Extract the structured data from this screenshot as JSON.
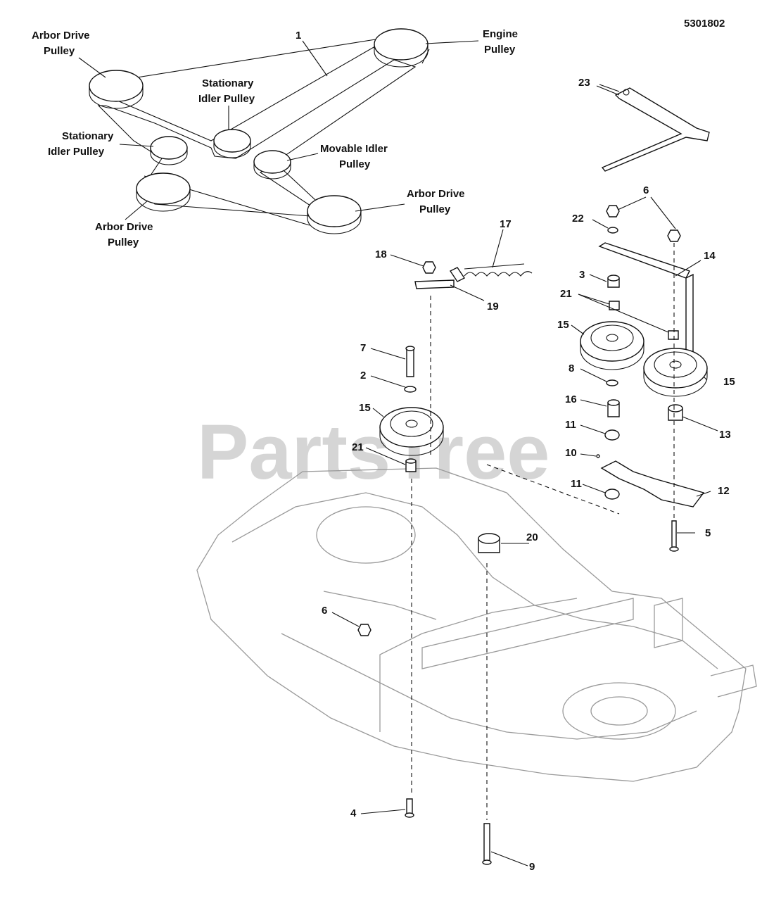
{
  "drawing_number": "5301802",
  "watermark": "PartsTree",
  "belt_diagram": {
    "labels": [
      {
        "id": "arbor-drive-pulley-top-left",
        "line1": "Arbor Drive",
        "line2": "Pulley"
      },
      {
        "id": "stationary-idler-pulley-center",
        "line1": "Stationary",
        "line2": "Idler Pulley"
      },
      {
        "id": "engine-pulley",
        "line1": "Engine",
        "line2": "Pulley"
      },
      {
        "id": "stationary-idler-pulley-left",
        "line1": "Stationary",
        "line2": "Idler Pulley"
      },
      {
        "id": "movable-idler-pulley",
        "line1": "Movable Idler",
        "line2": "Pulley"
      },
      {
        "id": "arbor-drive-pulley-right",
        "line1": "Arbor Drive",
        "line2": "Pulley"
      },
      {
        "id": "arbor-drive-pulley-bottom-left",
        "line1": "Arbor Drive",
        "line2": "Pulley"
      }
    ]
  },
  "callouts": [
    "1",
    "23",
    "6",
    "22",
    "14",
    "3",
    "21",
    "15",
    "8",
    "16",
    "11",
    "10",
    "13",
    "12",
    "5",
    "18",
    "17",
    "19",
    "7",
    "2",
    "15",
    "21",
    "20",
    "6",
    "4",
    "9",
    "11",
    "15"
  ]
}
